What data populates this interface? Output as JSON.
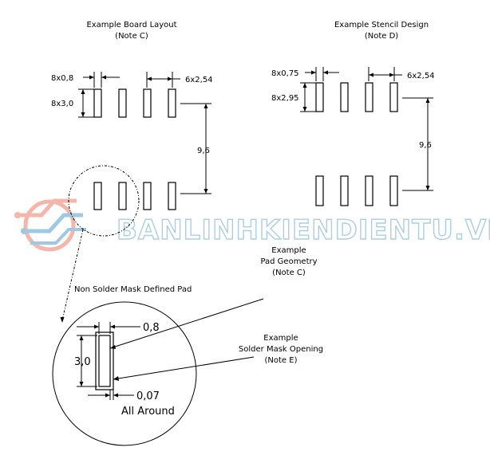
{
  "board_layout": {
    "title": "Example Board Layout",
    "note": "(Note C)",
    "pad_width": "8x0,8",
    "pad_height": "8x3,0",
    "pitch": "6x2,54",
    "row_spacing": "9,6"
  },
  "stencil_design": {
    "title": "Example Stencil Design",
    "note": "(Note D)",
    "pad_width": "8x0,75",
    "pad_height": "8x2,95",
    "pitch": "6x2,54",
    "row_spacing": "9,6"
  },
  "detail": {
    "caption": "Non Solder Mask Defined Pad",
    "width": "0,8",
    "height": "3,0",
    "clearance": "0,07",
    "clearance_note": "All Around",
    "pad_geometry_label_1": "Example",
    "pad_geometry_label_2": "Pad Geometry",
    "pad_geometry_note": "(Note C)",
    "mask_label_1": "Example",
    "mask_label_2": "Solder Mask Opening",
    "mask_note": "(Note E)"
  },
  "watermark": {
    "text": "BANLINHKIENDIENTU.VN",
    "color": "#9ec6e0",
    "logo_color": "#f08a7a"
  }
}
